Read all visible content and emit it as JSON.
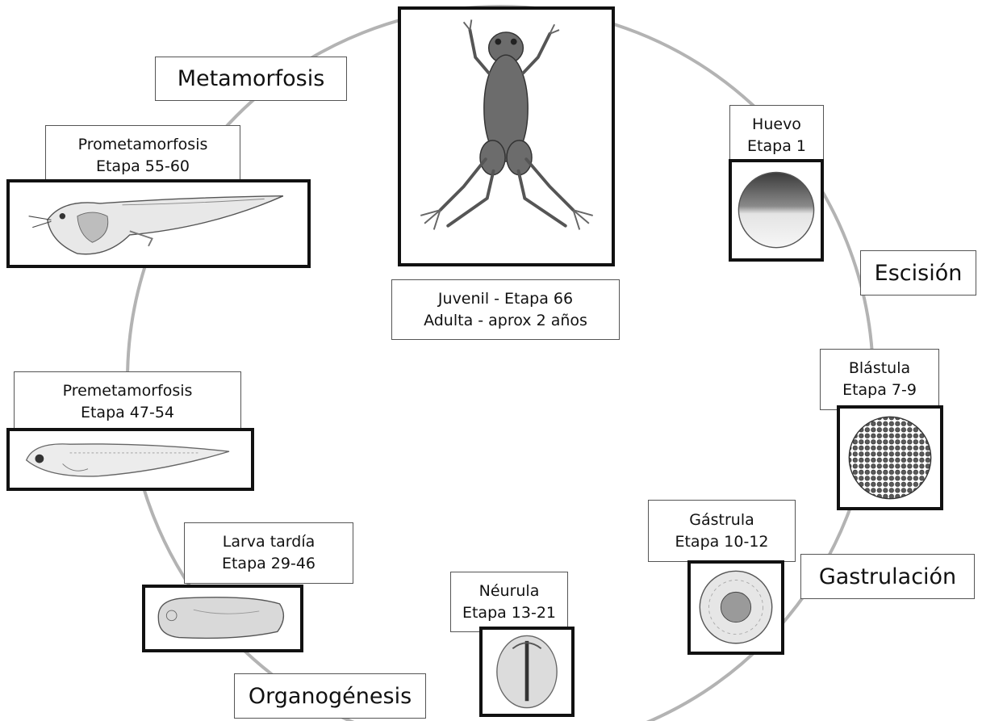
{
  "processes": {
    "metamorphosis": "Metamorfosis",
    "cleavage": "Escisión",
    "gastrulation": "Gastrulación",
    "organogenesis": "Organogénesis"
  },
  "stages": {
    "egg": {
      "name": "Huevo",
      "stage": "Etapa 1"
    },
    "blastula": {
      "name": "Blástula",
      "stage": "Etapa 7-9"
    },
    "gastrula": {
      "name": "Gástrula",
      "stage": "Etapa 10-12"
    },
    "neurula": {
      "name": "Néurula",
      "stage": "Etapa 13-21"
    },
    "late_larva": {
      "name": "Larva tardía",
      "stage": "Etapa 29-46"
    },
    "premetamorphosis": {
      "name": "Premetamorfosis",
      "stage": "Etapa 47-54"
    },
    "prometamorphosis": {
      "name": "Prometamorfosis",
      "stage": "Etapa 55-60"
    },
    "juvenile": {
      "line1": "Juvenil - Etapa 66",
      "line2": "Adulta - aprox 2 años"
    }
  }
}
